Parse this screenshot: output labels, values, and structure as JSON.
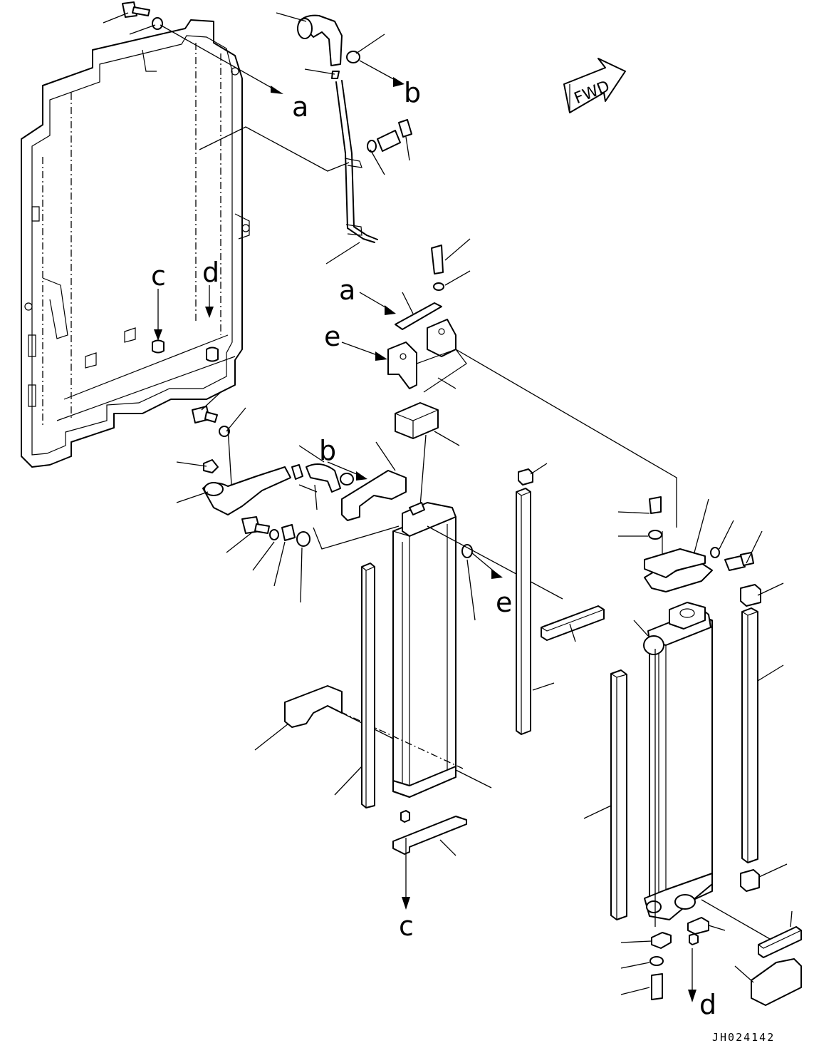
{
  "diagram": {
    "direction_badge": "FWD",
    "drawing_code": "JH024142",
    "callouts": {
      "a_top": "a",
      "a_bracket": "a",
      "b_top": "b",
      "b_hose": "b",
      "c_frame": "c",
      "c_bottom": "c",
      "d_frame": "d",
      "d_bottom": "d",
      "e_bracket": "e",
      "e_cooler": "e"
    },
    "colors": {
      "line": "#000000",
      "background": "#ffffff"
    }
  }
}
